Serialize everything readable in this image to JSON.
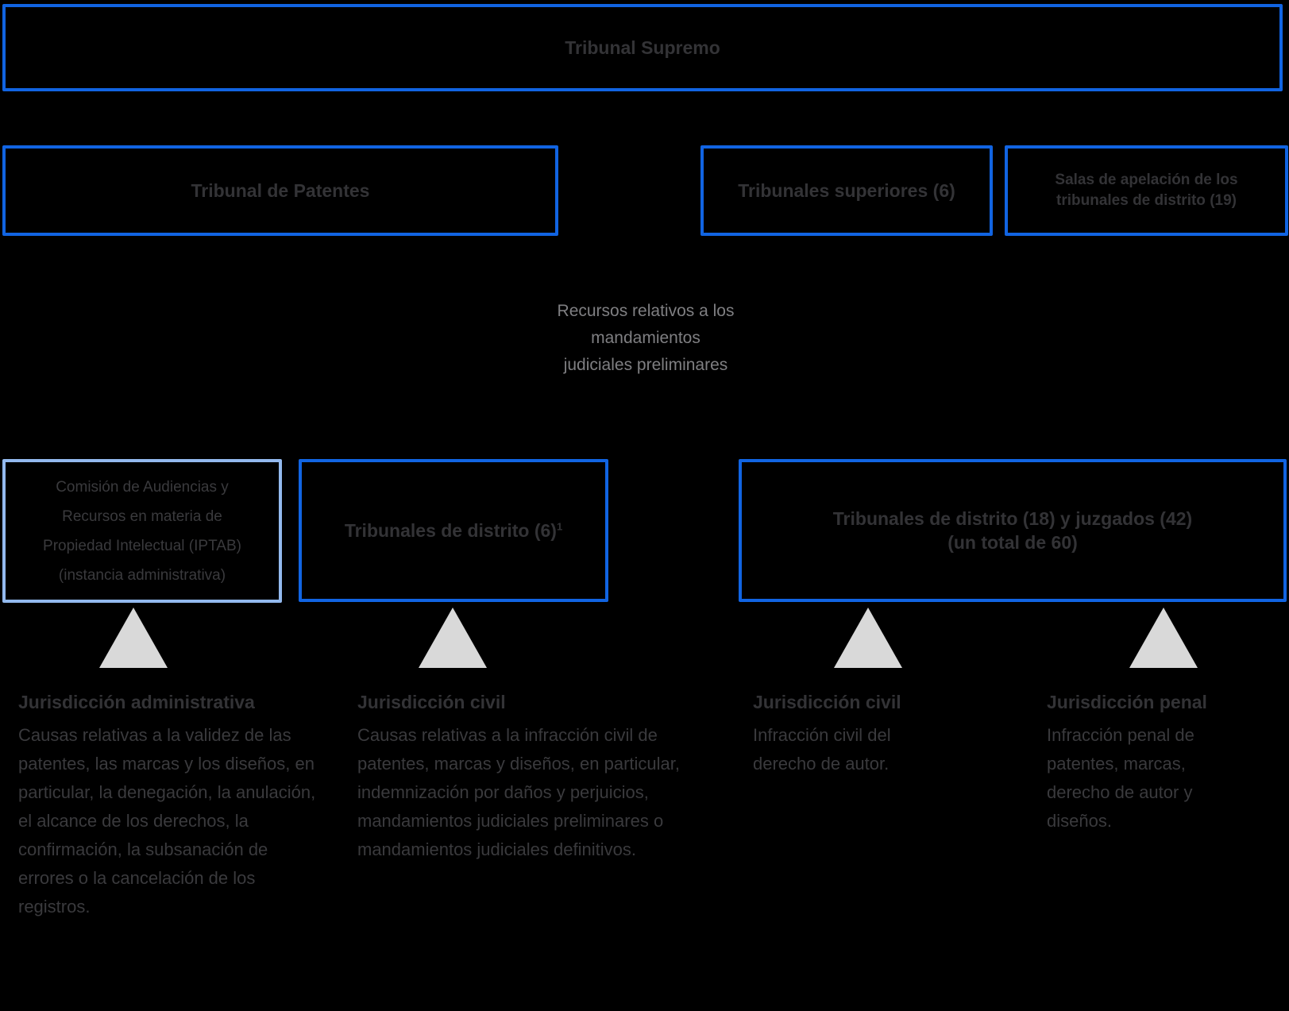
{
  "org_chart": {
    "colors": {
      "border_blue": "#1164E2",
      "border_light_blue": "#93B9EE",
      "triangle_gray": "#D9D9D9",
      "title_text": "#333336",
      "body_text": "#3A3A3D",
      "muted_text": "#7F7F82",
      "background": "#000000"
    },
    "tier1": {
      "supreme_court": {
        "label": "Tribunal Supremo"
      }
    },
    "tier2": {
      "patent_court": {
        "label": "Tribunal de Patentes"
      },
      "high_courts": {
        "label": "Tribunales superiores (6)"
      },
      "district_appeal_divisions": {
        "label": "Salas de apelación de los tribunales de distrito (19)"
      }
    },
    "injunction_note": {
      "lines": [
        "Recursos relativos a los",
        "mandamientos",
        "judiciales preliminares"
      ]
    },
    "tier3": {
      "iptab": {
        "lines": [
          "Comisión de Audiencias y",
          "Recursos en materia de",
          "Propiedad Intelectual (IPTAB)",
          "(instancia administrativa)"
        ]
      },
      "district_courts_patent": {
        "label": "Tribunales de distrito (6)",
        "footnote_marker": "1"
      },
      "district_courts_all": {
        "lines": [
          "Tribunales de distrito (18) y juzgados (42)",
          "(un total de 60)"
        ]
      }
    },
    "jurisdictions": [
      {
        "heading": "Jurisdicción administrativa",
        "description": "Causas relativas a la validez de las patentes, las marcas y los diseños, en particular, la denegación, la anulación, el alcance de los derechos, la confirmación, la subsanación de errores o la cancelación de los registros."
      },
      {
        "heading": "Jurisdicción civil",
        "description": "Causas relativas a la infracción civil de patentes, marcas y diseños, en particular, indemnización por daños y perjuicios, mandamientos judiciales preliminares o mandamientos judiciales definitivos."
      },
      {
        "heading": "Jurisdicción civil",
        "description": "Infracción civil del derecho de autor."
      },
      {
        "heading": "Jurisdicción penal",
        "description": "Infracción penal de patentes, marcas, derecho de autor y diseños."
      }
    ]
  }
}
